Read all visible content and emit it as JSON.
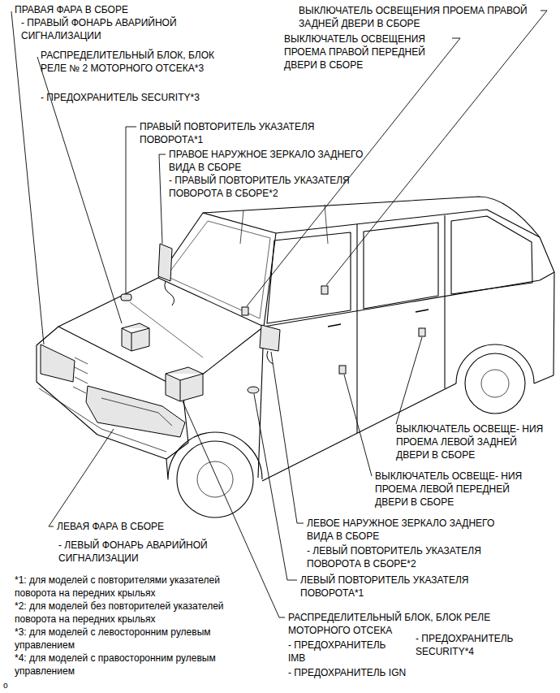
{
  "diagram": {
    "labels": [
      "ПРАВАЯ ФАРА В СБОРЕ",
      "- ПРАВЫЙ ФОНАРЬ АВАРИЙНОЙ СИГНАЛИЗАЦИИ",
      "РАСПРЕДЕЛИТЕЛЬНЫЙ БЛОК, БЛОК РЕЛЕ № 2 МОТОРНОГО ОТСЕКА*3",
      "- ПРЕДОХРАНИТЕЛЬ SECURITY*3",
      "ПРАВЫЙ ПОВТОРИТЕЛЬ УКАЗАТЕЛЯ ПОВОРОТА*1",
      "ПРАВОЕ НАРУЖНОЕ ЗЕРКАЛО ЗАДНЕГО ВИДА В СБОРЕ",
      "- ПРАВЫЙ ПОВТОРИТЕЛЬ УКАЗАТЕЛЯ ПОВОРОТА В СБОРЕ*2",
      "ВЫКЛЮЧАТЕЛЬ ОСВЕЩЕНИЯ ПРОЕМА ПРАВОЙ ЗАДНЕЙ ДВЕРИ В СБОРЕ",
      "ВЫКЛЮЧАТЕЛЬ ОСВЕЩЕНИЯ ПРОЕМА ПРАВОЙ ПЕРЕДНЕЙ ДВЕРИ В СБОРЕ",
      "ВЫКЛЮЧАТЕЛЬ ОСВЕЩЕ- НИЯ ПРОЕМА ЛЕВОЙ ЗАДНЕЙ ДВЕРИ В СБОРЕ",
      "ВЫКЛЮЧАТЕЛЬ ОСВЕЩЕ- НИЯ ПРОЕМА ЛЕВОЙ ПЕРЕДНЕЙ ДВЕРИ В СБОРЕ",
      "ЛЕВОЕ НАРУЖНОЕ ЗЕРКАЛО ЗАДНЕГО ВИДА В СБОРЕ",
      "- ЛЕВЫЙ ПОВТОРИТЕЛЬ УКАЗАТЕЛЯ ПОВОРОТА В СБОРЕ*2",
      "ЛЕВЫЙ ПОВТОРИТЕЛЬ УКАЗАТЕЛЯ ПОВОРОТА*1",
      "ЛЕВАЯ ФАРА В СБОРЕ",
      "- ЛЕВЫЙ ФОНАРЬ АВАРИЙНОЙ СИГНАЛИЗАЦИИ",
      "РАСПРЕДЕЛИТЕЛЬНЫЙ БЛОК, БЛОК РЕЛЕ МОТОРНОГО ОТСЕКА",
      "- ПРЕДОХРАНИТЕЛЬ IMB",
      "- ПРЕДОХРАНИТЕЛЬ SECURITY*4",
      "- ПРЕДОХРАНИТЕЛЬ IGN",
      "*1: для моделей с повторителями указателей поворота на передних крыльях",
      "*2: для моделей без повторителей указателей поворота на передних крыльях",
      "*3: для моделей с левосторонним рулевым управлением",
      "*4: для моделей с правосторонним рулевым управлением",
      "o"
    ]
  }
}
